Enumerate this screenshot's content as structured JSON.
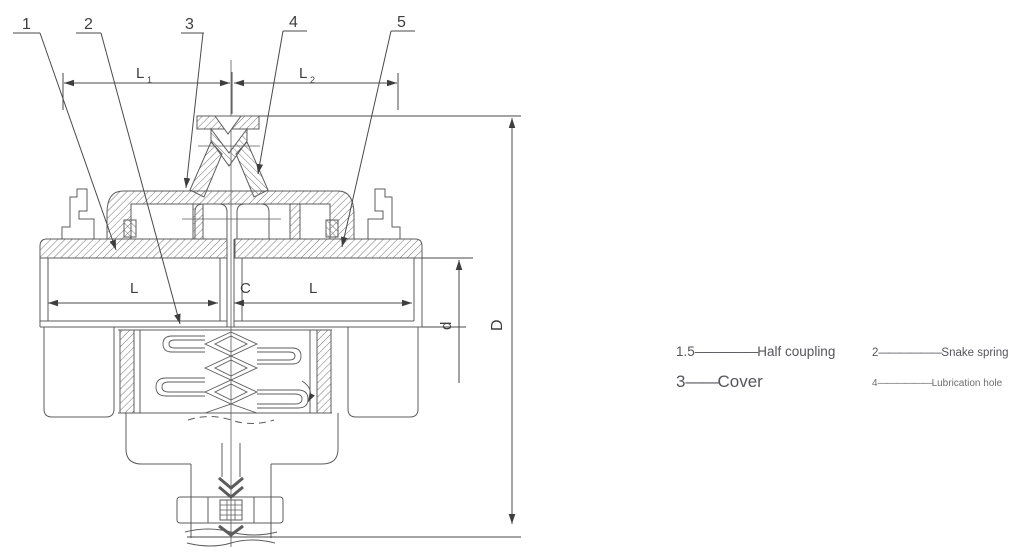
{
  "colors": {
    "background": "#ffffff",
    "line": "#5c5c5c",
    "hatch": "#747474",
    "annotation": "#3e3e3e",
    "legend_text": "#55565a"
  },
  "drawing": {
    "callouts": [
      {
        "label": "1"
      },
      {
        "label": "2"
      },
      {
        "label": "3"
      },
      {
        "label": "4"
      },
      {
        "label": "5"
      }
    ],
    "dimensions": {
      "l1": {
        "base": "L",
        "sub": "1"
      },
      "l2": {
        "base": "L",
        "sub": "2"
      },
      "l_left": "L",
      "c": "C",
      "l_right": "L",
      "d_small": "d",
      "d_big": "D"
    }
  },
  "legend": {
    "items": [
      {
        "num": "1.5",
        "dashes": "—————",
        "label": "Half coupling"
      },
      {
        "num": "2",
        "dashes": "——————",
        "label": "Snake spring"
      },
      {
        "num": "3",
        "dashes": "——",
        "label": "Cover"
      },
      {
        "num": "4",
        "dashes": "——————",
        "label": "Lubrication hole"
      }
    ]
  }
}
